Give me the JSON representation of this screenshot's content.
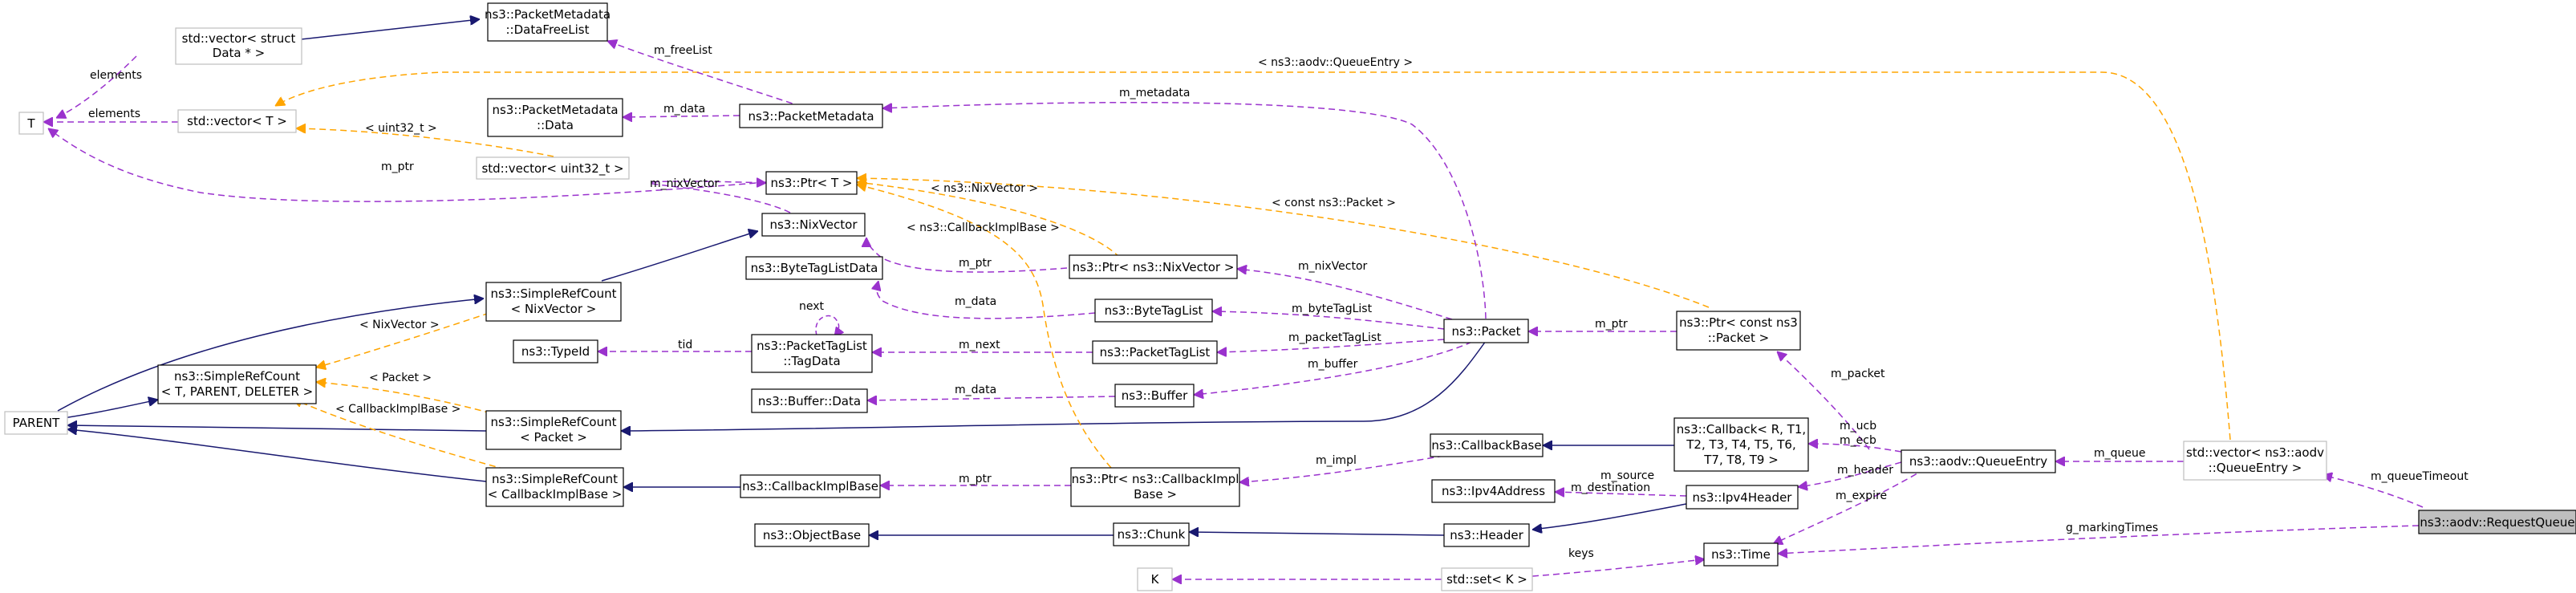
{
  "colors": {
    "inherit": "#191970",
    "usage": "#9a32cd",
    "template": "#ffa500",
    "node_border": "#000000",
    "node_border_light": "#bfbfbf",
    "highlight_fill": "#bfbfbf"
  },
  "nodes": [
    {
      "id": "n_dfl",
      "lines": [
        "ns3::PacketMetadata",
        "::DataFreeList"
      ]
    },
    {
      "id": "n_vecstruct",
      "lines": [
        "std::vector< struct",
        "Data * >"
      ]
    },
    {
      "id": "n_T",
      "lines": [
        "T"
      ]
    },
    {
      "id": "n_vecT",
      "lines": [
        "std::vector< T >"
      ]
    },
    {
      "id": "n_pmdata",
      "lines": [
        "ns3::PacketMetadata",
        "::Data"
      ]
    },
    {
      "id": "n_pm",
      "lines": [
        "ns3::PacketMetadata"
      ]
    },
    {
      "id": "n_vecu32",
      "lines": [
        "std::vector< uint32_t >"
      ]
    },
    {
      "id": "n_ptrT",
      "lines": [
        "ns3::Ptr< T >"
      ]
    },
    {
      "id": "n_nixvec",
      "lines": [
        "ns3::NixVector"
      ]
    },
    {
      "id": "n_btld",
      "lines": [
        "ns3::ByteTagListData"
      ]
    },
    {
      "id": "n_ptrnix",
      "lines": [
        "ns3::Ptr< ns3::NixVector >"
      ]
    },
    {
      "id": "n_btl",
      "lines": [
        "ns3::ByteTagList"
      ]
    },
    {
      "id": "n_srcnix",
      "lines": [
        "ns3::SimpleRefCount",
        "< NixVector >"
      ]
    },
    {
      "id": "n_typeid",
      "lines": [
        "ns3::TypeId"
      ]
    },
    {
      "id": "n_ptltd",
      "lines": [
        "ns3::PacketTagList",
        "::TagData"
      ]
    },
    {
      "id": "n_ptl",
      "lines": [
        "ns3::PacketTagList"
      ]
    },
    {
      "id": "n_packet",
      "lines": [
        "ns3::Packet"
      ]
    },
    {
      "id": "n_ptrcpkt",
      "lines": [
        "ns3::Ptr< const ns3",
        "::Packet >"
      ]
    },
    {
      "id": "n_srcgen",
      "lines": [
        "ns3::SimpleRefCount",
        "< T, PARENT, DELETER >"
      ]
    },
    {
      "id": "n_parent",
      "lines": [
        "PARENT"
      ]
    },
    {
      "id": "n_bufdata",
      "lines": [
        "ns3::Buffer::Data"
      ]
    },
    {
      "id": "n_buffer",
      "lines": [
        "ns3::Buffer"
      ]
    },
    {
      "id": "n_srcpkt",
      "lines": [
        "ns3::SimpleRefCount",
        "< Packet >"
      ]
    },
    {
      "id": "n_cbbase",
      "lines": [
        "ns3::CallbackBase"
      ]
    },
    {
      "id": "n_callback",
      "lines": [
        "ns3::Callback< R, T1,",
        "T2, T3, T4, T5, T6,",
        "T7, T8, T9 >"
      ]
    },
    {
      "id": "n_srccb",
      "lines": [
        "ns3::SimpleRefCount",
        "< CallbackImplBase >"
      ]
    },
    {
      "id": "n_cbimpl",
      "lines": [
        "ns3::CallbackImplBase"
      ]
    },
    {
      "id": "n_ptrcb",
      "lines": [
        "ns3::Ptr< ns3::CallbackImpl",
        "Base >"
      ]
    },
    {
      "id": "n_ipv4addr",
      "lines": [
        "ns3::Ipv4Address"
      ]
    },
    {
      "id": "n_ipv4hdr",
      "lines": [
        "ns3::Ipv4Header"
      ]
    },
    {
      "id": "n_qe",
      "lines": [
        "ns3::aodv::QueueEntry"
      ]
    },
    {
      "id": "n_vecqe",
      "lines": [
        "std::vector< ns3::aodv",
        "::QueueEntry >"
      ]
    },
    {
      "id": "n_rq",
      "lines": [
        "ns3::aodv::RequestQueue"
      ]
    },
    {
      "id": "n_objbase",
      "lines": [
        "ns3::ObjectBase"
      ]
    },
    {
      "id": "n_chunk",
      "lines": [
        "ns3::Chunk"
      ]
    },
    {
      "id": "n_header",
      "lines": [
        "ns3::Header"
      ]
    },
    {
      "id": "n_time",
      "lines": [
        "ns3::Time"
      ]
    },
    {
      "id": "n_K",
      "lines": [
        "K"
      ]
    },
    {
      "id": "n_setK",
      "lines": [
        "std::set< K >"
      ]
    }
  ],
  "edge_labels": [
    {
      "id": "l_mfreelist",
      "text": "m_freeList"
    },
    {
      "id": "l_elements1",
      "text": "elements"
    },
    {
      "id": "l_elements2",
      "text": "elements"
    },
    {
      "id": "l_qe_tpl",
      "text": "< ns3::aodv::QueueEntry >"
    },
    {
      "id": "l_mdata_pm",
      "text": "m_data"
    },
    {
      "id": "l_mmetadata",
      "text": "m_metadata"
    },
    {
      "id": "l_u32_tpl",
      "text": "< uint32_t >"
    },
    {
      "id": "l_mptr_T",
      "text": "m_ptr"
    },
    {
      "id": "l_mnixvector1",
      "text": "m_nixVector"
    },
    {
      "id": "l_nix_tpl",
      "text": "< ns3::NixVector >"
    },
    {
      "id": "l_cpkt_tpl",
      "text": "< const ns3::Packet >"
    },
    {
      "id": "l_cbimpl_tpl",
      "text": "< ns3::CallbackImplBase >"
    },
    {
      "id": "l_mptr_nix",
      "text": "m_ptr"
    },
    {
      "id": "l_mnixvector2",
      "text": "m_nixVector"
    },
    {
      "id": "l_mdata_btl",
      "text": "m_data"
    },
    {
      "id": "l_mbytetaglist",
      "text": "m_byteTagList"
    },
    {
      "id": "l_next",
      "text": "next"
    },
    {
      "id": "l_nixvector_tpl",
      "text": "< NixVector >"
    },
    {
      "id": "l_tid",
      "text": "tid"
    },
    {
      "id": "l_mnext",
      "text": "m_next"
    },
    {
      "id": "l_mpackettaglist",
      "text": "m_packetTagList"
    },
    {
      "id": "l_mptr_pkt",
      "text": "m_ptr"
    },
    {
      "id": "l_mbuffer",
      "text": "m_buffer"
    },
    {
      "id": "l_mdata_buf",
      "text": "m_data"
    },
    {
      "id": "l_packet_tpl",
      "text": "< Packet >"
    },
    {
      "id": "l_mpacket",
      "text": "m_packet"
    },
    {
      "id": "l_cbimplbase_tpl",
      "text": "< CallbackImplBase >"
    },
    {
      "id": "l_mimpl",
      "text": "m_impl"
    },
    {
      "id": "l_mucb",
      "text": "m_ucb"
    },
    {
      "id": "l_mecb",
      "text": "m_ecb"
    },
    {
      "id": "l_mptr_cb",
      "text": "m_ptr"
    },
    {
      "id": "l_msource",
      "text": "m_source"
    },
    {
      "id": "l_mdest",
      "text": "m_destination"
    },
    {
      "id": "l_mheader",
      "text": "m_header"
    },
    {
      "id": "l_mexpire",
      "text": "m_expire"
    },
    {
      "id": "l_mqueue",
      "text": "m_queue"
    },
    {
      "id": "l_mqueuetimeout",
      "text": "m_queueTimeout"
    },
    {
      "id": "l_gmarkingtimes",
      "text": "g_markingTimes"
    },
    {
      "id": "l_keys",
      "text": "keys"
    }
  ]
}
